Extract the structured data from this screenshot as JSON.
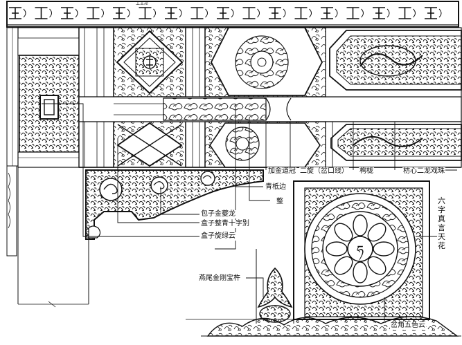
{
  "header_mark": "工王卍",
  "labels": {
    "top_row": [
      "加金道冠",
      "二旋（岔口线）",
      "栒栊",
      "枋心二龙戏珠"
    ],
    "qing_shu_bian": "青柢边",
    "zheng": "整",
    "bao_zi_jin_kui_long": "包子金夔龙",
    "he_zi_zheng_qing_shi_zi_bie": "盒子整青十字别",
    "he_zi_xuan_lu_yun": "盒子旋绿云",
    "yan_wei_jin_gang_bao_zuo": "燕尾金刚宝杵",
    "liu_zi_zhen_yan_tian_hua": "六字真言天花",
    "qi_jiao_wu_se_yun": "岔角五色云"
  }
}
